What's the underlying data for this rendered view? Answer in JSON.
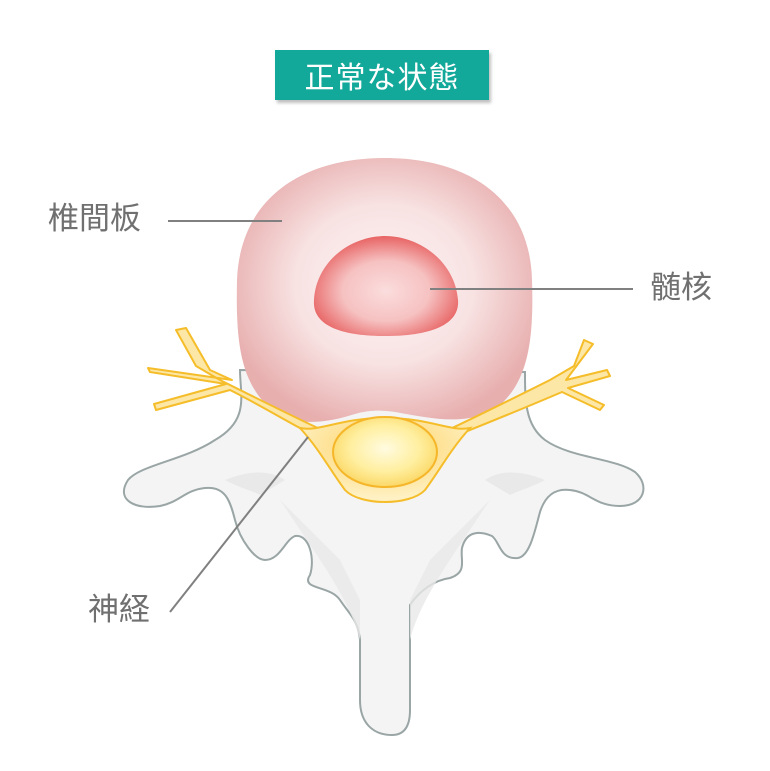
{
  "title": "正常な状態",
  "labels": {
    "disc": "椎間板",
    "nucleus": "髄核",
    "nerve": "神経"
  },
  "colors": {
    "title_bg": "#12a89a",
    "title_text": "#ffffff",
    "label_text": "#707070",
    "leader_line": "#808080",
    "disc_outer": "#eab6b6",
    "disc_inner": "#fbeeee",
    "nucleus_edge": "#e86a6a",
    "nucleus_center": "#fbdada",
    "nerve_stroke": "#f5bd2a",
    "nerve_fill": "#fde7a6",
    "spinal_cord_fill": "#fff3b5",
    "bone_fill": "#f4f4f4",
    "bone_stroke": "#9aa5a5"
  }
}
